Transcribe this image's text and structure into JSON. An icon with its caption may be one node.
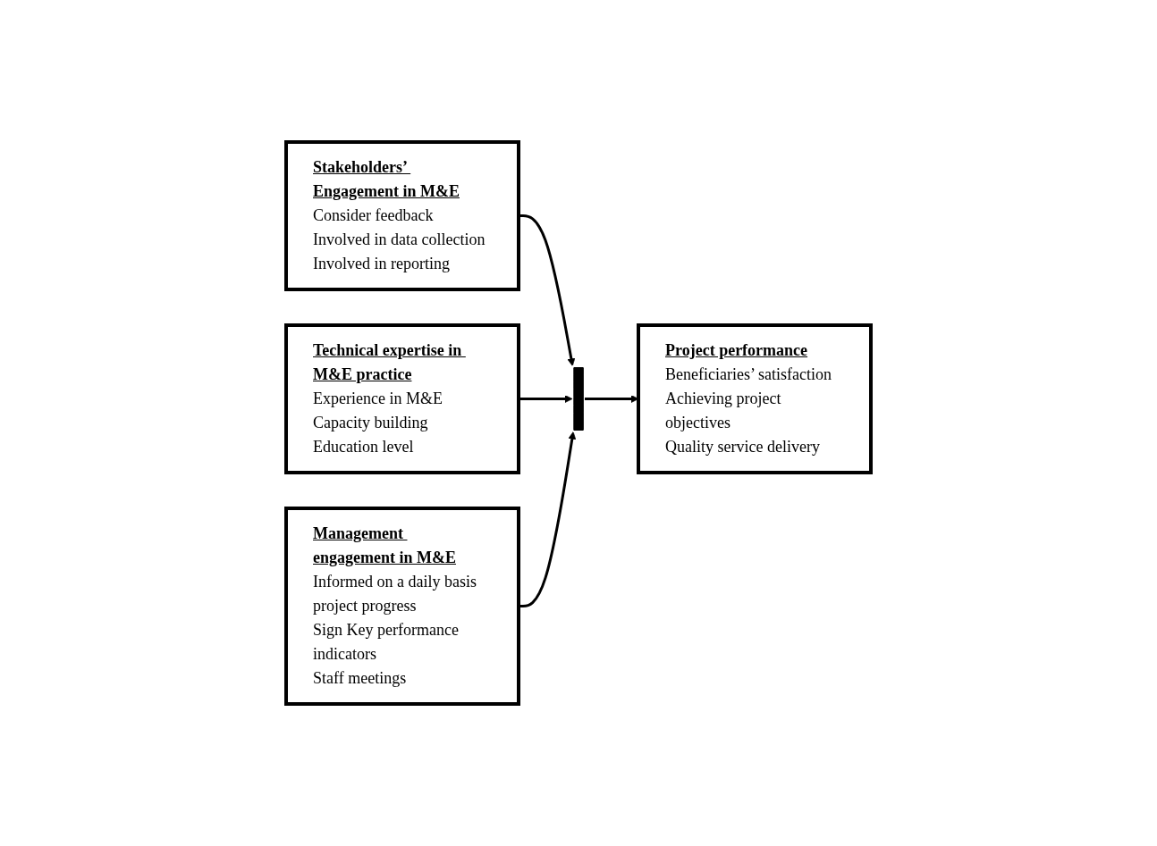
{
  "diagram": {
    "nodes": [
      {
        "text": [
          "Stakeholders’ Engagement in M&E",
          "Consider feedback",
          "Involved in data collection",
          "Involved in reporting"
        ]
      },
      {
        "text": [
          "Technical expertise in M&E practice",
          "Experience in M&E",
          "Capacity building",
          "Education level"
        ]
      },
      {
        "text": [
          "Management engagement in M&E",
          "Informed on a daily basis project progress",
          "Sign Key performance indicators",
          "Staff meetings"
        ]
      },
      {
        "text": [],
        "shape": "bar"
      },
      {
        "text": [
          "Project performance",
          "Beneficiaries’ satisfaction",
          "Achieving project objectives",
          "Quality service delivery"
        ]
      }
    ],
    "edges": [
      {
        "from": 0,
        "to": 3,
        "arrow": "to"
      },
      {
        "from": 1,
        "to": 3,
        "arrow": "to"
      },
      {
        "from": 2,
        "to": 3,
        "arrow": "to"
      },
      {
        "from": 3,
        "to": 4,
        "arrow": "to"
      }
    ]
  }
}
